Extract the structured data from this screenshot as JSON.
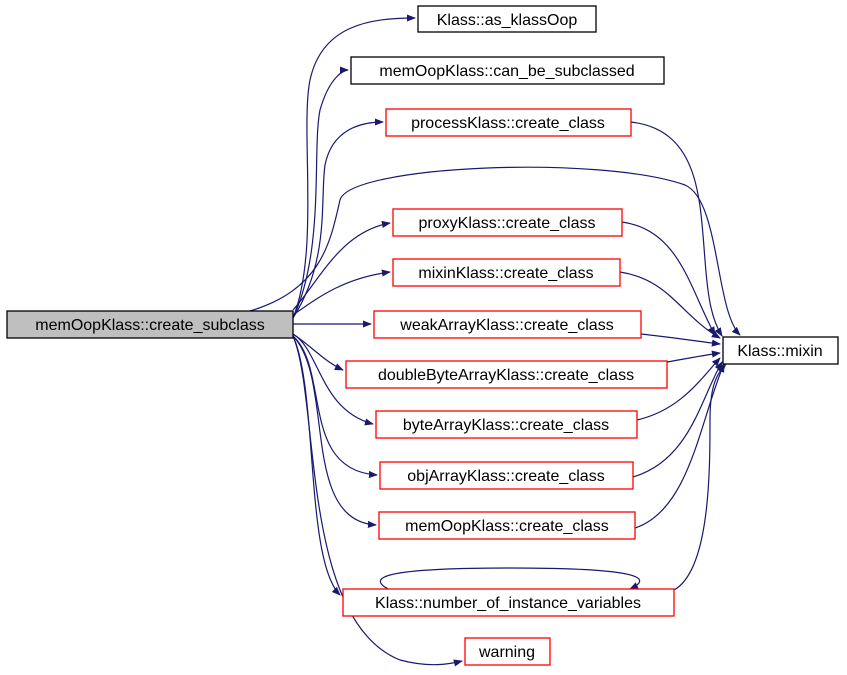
{
  "colors": {
    "edge": "#191970",
    "root_fill": "#bfbfbf",
    "documented_border": "#000000",
    "undocumented_border": "#ff0000"
  },
  "nodes": {
    "root": "memOopKlass::create_subclass",
    "as_klassOop": "Klass::as_klassOop",
    "can_be_subclassed": "memOopKlass::can_be_subclassed",
    "process_create": "processKlass::create_class",
    "proxy_create": "proxyKlass::create_class",
    "mixin_create": "mixinKlass::create_class",
    "weak_create": "weakArrayKlass::create_class",
    "dbyte_create": "doubleByteArrayKlass::create_class",
    "byte_create": "byteArrayKlass::create_class",
    "obj_create": "objArrayKlass::create_class",
    "memoop_create": "memOopKlass::create_class",
    "num_inst_vars": "Klass::number_of_instance_variables",
    "warning": "warning",
    "mixin": "Klass::mixin"
  }
}
